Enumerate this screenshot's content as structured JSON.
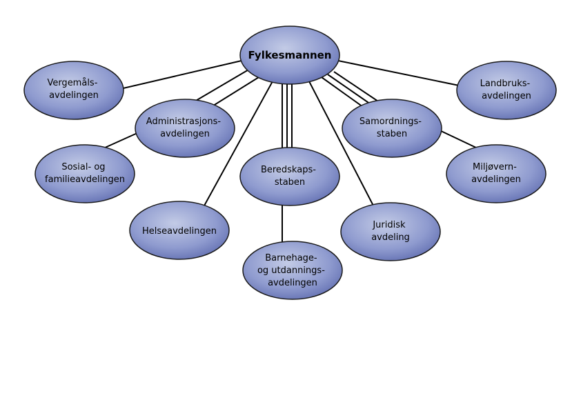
{
  "chart": {
    "root": {
      "lines": [
        "Fylkesmannen"
      ]
    },
    "nodes": [
      {
        "id": "vergemal",
        "lines": [
          "Vergemåls-",
          "avdelingen"
        ]
      },
      {
        "id": "administrasjon",
        "lines": [
          "Administrasjons-",
          "avdelingen"
        ]
      },
      {
        "id": "sosial",
        "lines": [
          "Sosial- og",
          "familieavdelingen"
        ]
      },
      {
        "id": "helse",
        "lines": [
          "Helseavdelingen"
        ]
      },
      {
        "id": "beredskap",
        "lines": [
          "Beredskaps-",
          "staben"
        ]
      },
      {
        "id": "barnehage",
        "lines": [
          "Barnehage-",
          "og utdannings-",
          "avdelingen"
        ]
      },
      {
        "id": "juridisk",
        "lines": [
          "Juridisk",
          "avdeling"
        ]
      },
      {
        "id": "samordning",
        "lines": [
          "Samordnings-",
          "staben"
        ]
      },
      {
        "id": "landbruk",
        "lines": [
          "Landbruks-",
          "avdelingen"
        ]
      },
      {
        "id": "miljovern",
        "lines": [
          "Miljøvern-",
          "avdelingen"
        ]
      }
    ],
    "colors": {
      "node_fill_light": "#c3cbe6",
      "node_fill_mid": "#8f9bcf",
      "node_fill_dark": "#6673b4",
      "node_stroke": "#1a1a1a",
      "connector": "#000000",
      "text": "#000000"
    }
  }
}
